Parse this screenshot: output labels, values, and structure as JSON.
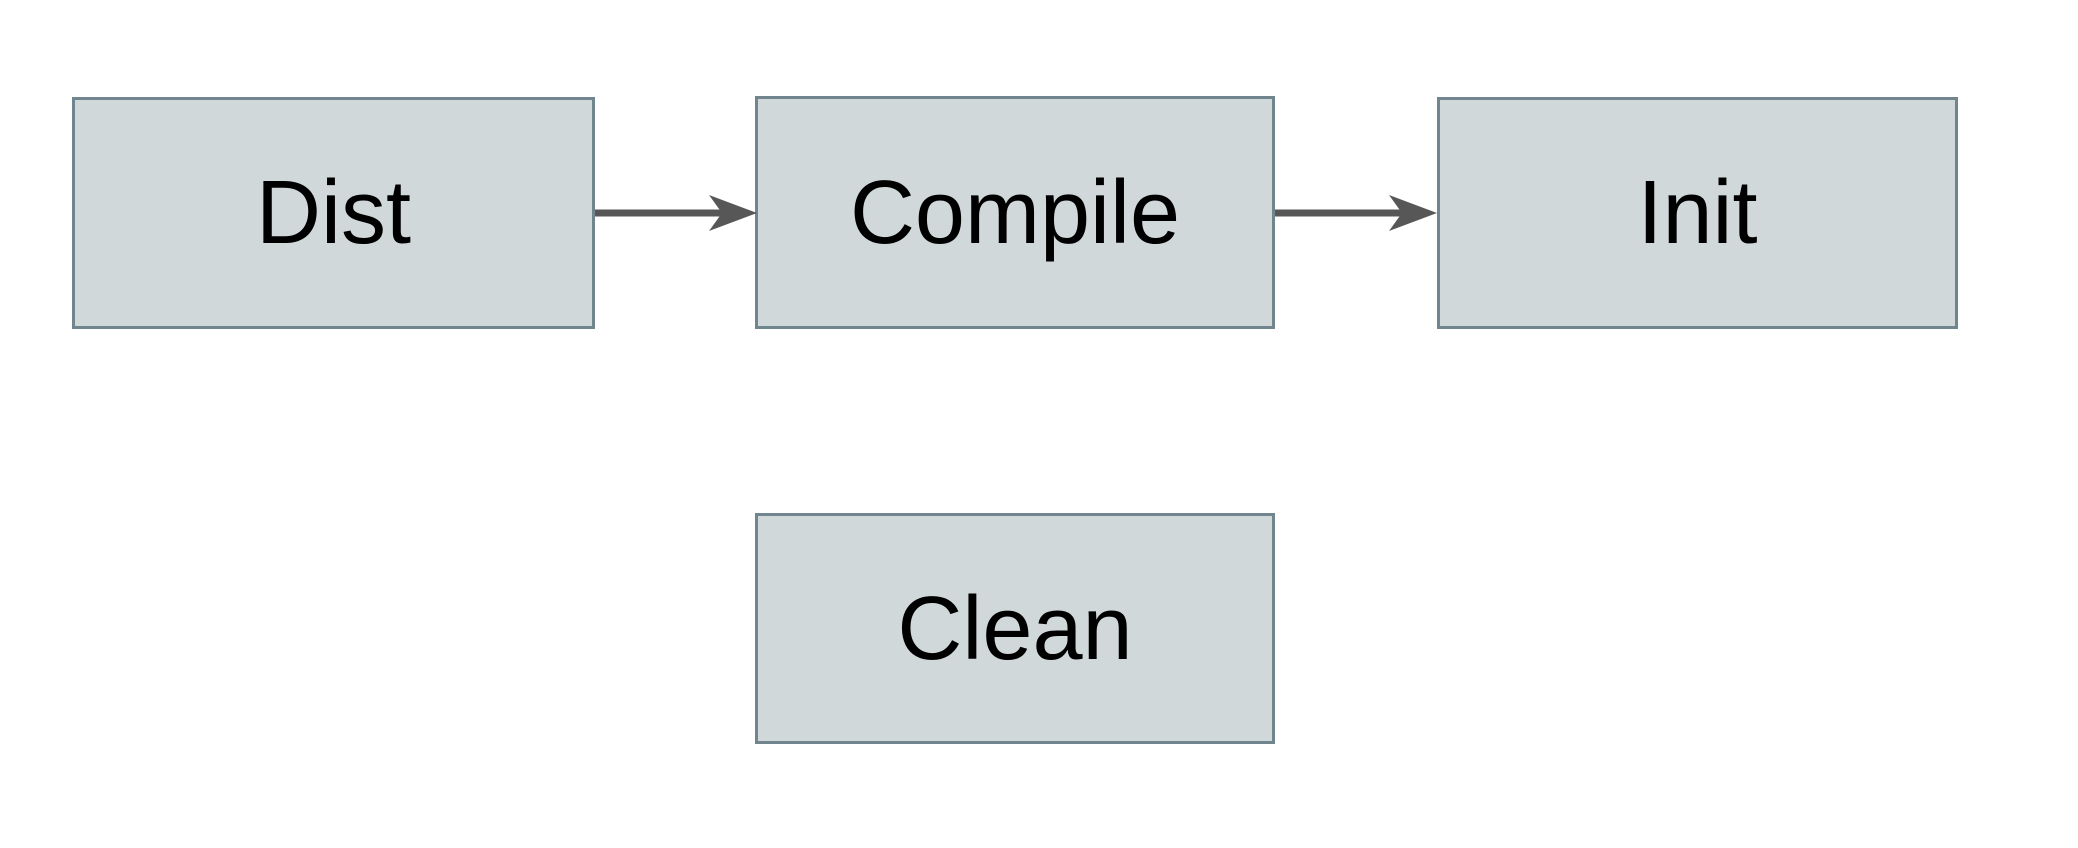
{
  "diagram": {
    "colors": {
      "background": "#ffffff",
      "node_fill": "#d0d8da",
      "node_border": "#71858f",
      "arrow": "#575757",
      "label": "#000000"
    },
    "nodes": [
      {
        "id": "dist",
        "label": "Dist"
      },
      {
        "id": "compile",
        "label": "Compile"
      },
      {
        "id": "init",
        "label": "Init"
      },
      {
        "id": "clean",
        "label": "Clean"
      }
    ],
    "edges": [
      {
        "from": "Dist",
        "to": "Compile"
      },
      {
        "from": "Compile",
        "to": "Init"
      }
    ]
  }
}
